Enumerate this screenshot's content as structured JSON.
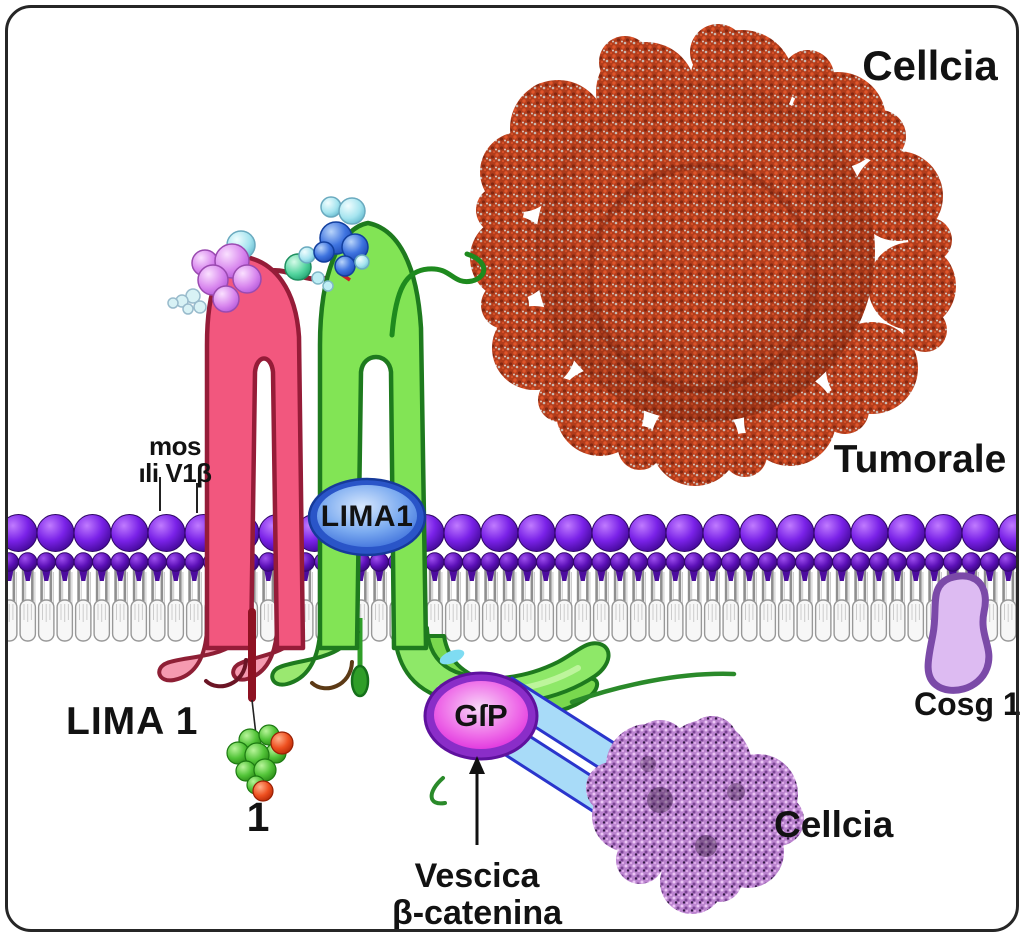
{
  "diagram": {
    "tumor_cell": {
      "label_line1": "Cellcia",
      "label_line2": "Tumorale"
    },
    "membrane": {
      "annotation_line1": "mos",
      "annotation_line2": "ıli V1β"
    },
    "receptors": {
      "lima1_badge": "LIMA1",
      "lima1_label": "LIMA 1"
    },
    "signaling": {
      "gsp_label": "GſP",
      "vesicle_label_line1": "Vescica",
      "vesicle_label_line2": "β-catenina"
    },
    "molecules": {
      "compound_label": "1",
      "cellcia_molecule_label": "Cellcia",
      "cosg1_label": "Cosg 1"
    }
  },
  "colors": {
    "membrane_head_purple": "#5c10b8",
    "pink_receptor": "#f2577e",
    "pink_receptor_outline": "#951c38",
    "green_receptor": "#82e455",
    "green_receptor_outline": "#1e7a1e",
    "lima1_badge_fill": "#4f86e8",
    "gsp_fill": "#e026e0",
    "ribbon_fill": "#a8dbf8",
    "ribbon_outline": "#2a35cc",
    "tumor_base": "#b23d1c",
    "purple_molecule": "#bb84cf",
    "cosg1_fill": "#ddbbf2",
    "cosg1_outline": "#7b4aa8"
  }
}
